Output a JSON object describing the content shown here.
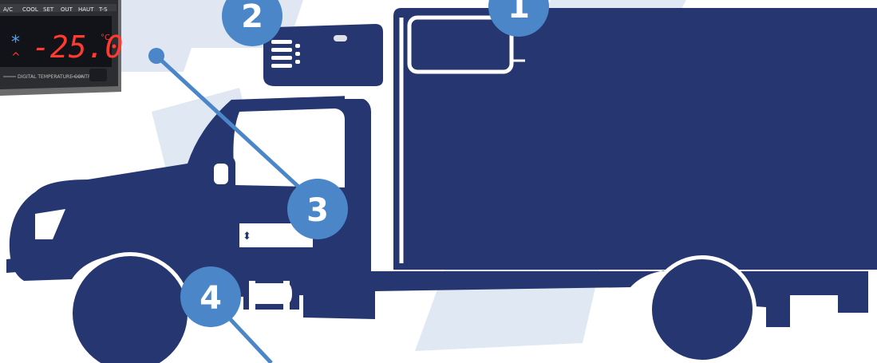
{
  "colors": {
    "truck": "#263671",
    "badge": "#4a86c8",
    "watermark": "#c9d5ea",
    "leader": "#4a86c8"
  },
  "controller": {
    "mode_labels": [
      "A/C",
      "COOL",
      "SET",
      "OUT",
      "HAUT",
      "T-S"
    ],
    "display_value": "-25.0",
    "unit": "°C",
    "footer_label": "DIGITAL TEMPERATURE CONTROLLER"
  },
  "callouts": [
    {
      "number": "1",
      "target": "refrigerated-box"
    },
    {
      "number": "2",
      "target": "temperature-controller"
    },
    {
      "number": "3",
      "target": "cab"
    },
    {
      "number": "4",
      "target": "fuel-tank"
    }
  ]
}
